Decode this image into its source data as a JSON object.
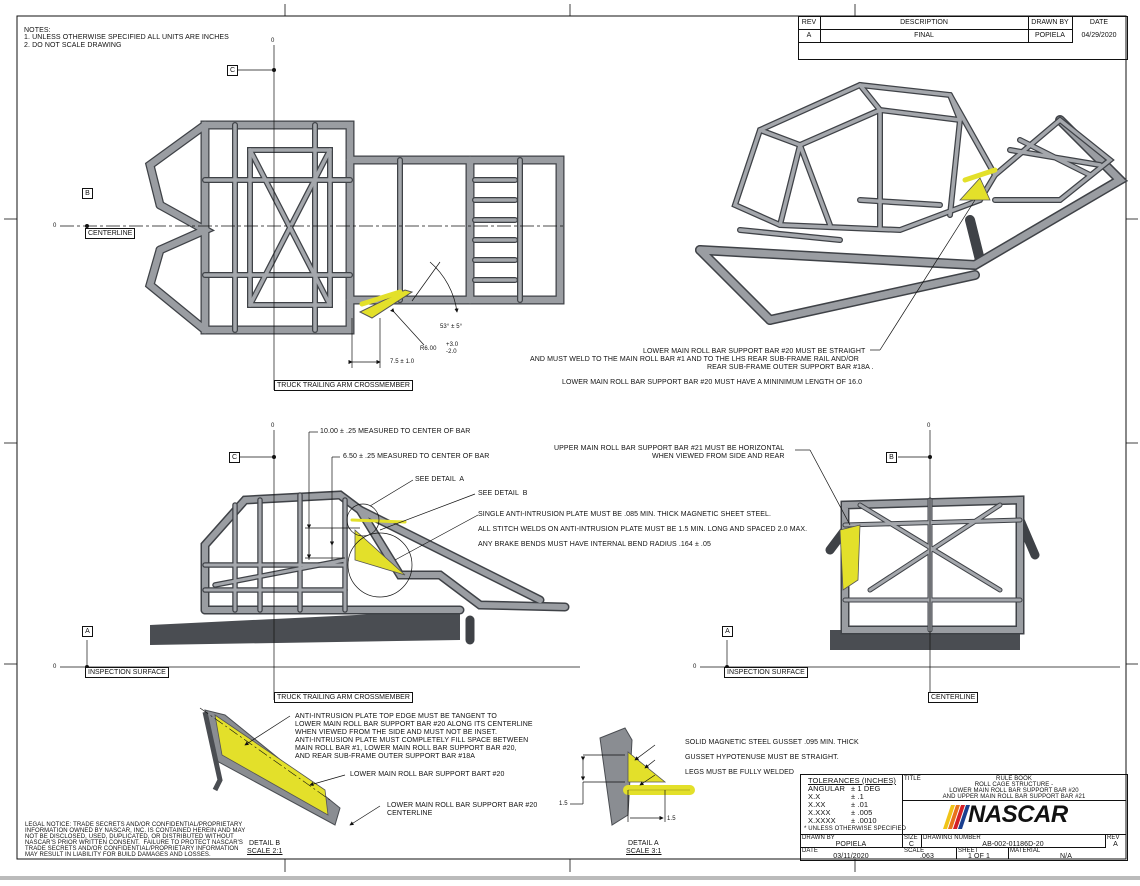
{
  "notes": {
    "heading": "NOTES:",
    "lines": [
      "1. UNLESS OTHERWISE SPECIFIED ALL UNITS ARE INCHES",
      "2. DO NOT SCALE DRAWING"
    ]
  },
  "revision_block": {
    "headers": [
      "REV",
      "DESCRIPTION",
      "DRAWN BY",
      "DATE"
    ],
    "row": [
      "A",
      "FINAL",
      "POPIELA",
      "04/29/2020"
    ]
  },
  "datums": {
    "c": "C",
    "b": "B",
    "a": "A",
    "zero": "0"
  },
  "labels": {
    "centerline": "CENTERLINE",
    "truck_trailing_arm": "TRUCK TRAILING ARM CROSSMEMBER",
    "inspection_surface": "INSPECTION SURFACE"
  },
  "dimensions": {
    "angle": "53° ± 5°",
    "radius_main": "R6.00",
    "radius_tol_plus": "+3.0",
    "radius_tol_minus": "-2.0",
    "offset": "7.5 ± 1.0",
    "ten": "10.00 ± .25 MEASURED TO CENTER OF BAR",
    "six": "6.50 ± .25 MEASURED TO CENTER OF BAR",
    "gusset_a": "1.5",
    "gusset_b": "1.5"
  },
  "callouts": {
    "bar20_l1": "LOWER MAIN ROLL BAR SUPPORT BAR #20 MUST BE STRAIGHT",
    "bar20_l2": "AND MUST WELD TO THE MAIN ROLL BAR #1 AND TO THE LHS REAR SUB-FRAME RAIL AND/OR",
    "bar20_l3": "REAR SUB-FRAME OUTER SUPPORT BAR #18A .",
    "bar20_l4": "LOWER MAIN ROLL BAR SUPPORT BAR #20 MUST HAVE A MININIMUM LENGTH OF 16.0",
    "bar21_l1": "UPPER MAIN ROLL BAR SUPPORT BAR #21 MUST BE HORIZONTAL",
    "bar21_l2": "WHEN VIEWED FROM SIDE AND REAR",
    "see_a": "SEE DETAIL  A",
    "see_b": "SEE DETAIL  B",
    "plate1": "SINGLE ANTI-INTRUSION PLATE MUST BE .085 MIN. THICK MAGNETIC SHEET STEEL.",
    "plate2": "ALL STITCH WELDS ON ANTI-INTRUSION PLATE MUST BE 1.5 MIN. LONG AND SPACED 2.0 MAX.",
    "plate3": "ANY BRAKE BENDS MUST HAVE INTERNAL BEND RADIUS .164 ± .05",
    "detb_l1": "ANTI-INTRUSION PLATE TOP EDGE MUST BE TANGENT TO",
    "detb_l2": "LOWER MAIN ROLL BAR SUPPORT BAR #20 ALONG ITS CENTERLINE",
    "detb_l3": "WHEN VIEWED FROM THE SIDE AND MUST NOT BE INSET.",
    "detb_l4": "ANTI-INTRUSION PLATE MUST COMPLETELY FILL SPACE BETWEEN",
    "detb_l5": "MAIN ROLL BAR #1, LOWER MAIN ROLL BAR SUPPORT BAR #20,",
    "detb_l6": "AND REAR SUB-FRAME OUTER SUPPORT BAR #18A",
    "detb_bar": "LOWER MAIN ROLL BAR SUPPORT BART #20",
    "detb_cl1": "LOWER MAIN ROLL BAR SUPPORT BAR #20",
    "detb_cl2": "CENTERLINE",
    "deta_l1": "SOLID MAGNETIC STEEL GUSSET .095 MIN. THICK",
    "deta_l2": "GUSSET HYPOTENUSE MUST BE STRAIGHT.",
    "deta_l3": "LEGS MUST BE FULLY WELDED"
  },
  "details": {
    "b_title": "DETAIL B",
    "b_scale": "SCALE 2:1",
    "a_title": "DETAIL A",
    "a_scale": "SCALE 3:1"
  },
  "legal": [
    "LEGAL NOTICE: TRADE SECRETS AND/OR CONFIDENTIAL/PROPRIETARY",
    "INFORMATION OWNED BY NASCAR, INC. IS CONTAINED HEREIN AND MAY",
    "NOT BE DISCLOSED, USED, DUPLICATED, OR DISTRIBUTED WITHOUT",
    "NASCAR'S PRIOR WRITTEN CONSENT.  FAILURE TO PROTECT NASCAR'S",
    "TRADE SECRETS AND/OR CONFIDENTIAL/PROPRIETARY INFORMATION",
    "MAY RESULT IN LIABILITY FOR BUILD DAMAGES AND LOSSES."
  ],
  "tolerances": {
    "title": "TOLERANCES (INCHES)",
    "rows": [
      [
        "ANGULAR",
        "± 1 DEG"
      ],
      [
        "X.X",
        "± .1"
      ],
      [
        "X.XX",
        "± .01"
      ],
      [
        "X.XXX",
        "± .005"
      ],
      [
        "X.XXXX",
        "± .0010"
      ]
    ],
    "note": "* UNLESS OTHERWISE SPECIFIED"
  },
  "title_block": {
    "title_label": "TITLE",
    "title_lines": [
      "RULE BOOK",
      "ROLL CAGE STRUCTURE -",
      "LOWER MAIN ROLL BAR SUPPORT BAR #20",
      "AND UPPER MAIN ROLL BAR SUPPORT BAR #21"
    ],
    "logo_text": "NASCAR",
    "drawn_by_label": "DRAWN BY",
    "drawn_by": "POPIELA",
    "size_label": "SIZE",
    "size": "C",
    "drawing_number_label": "DRAWING NUMBER",
    "drawing_number": "AB-002-01186D-20",
    "rev_label": "REV",
    "rev": "A",
    "date_label": "DATE",
    "date": "03/11/2020",
    "scale_label": "SCALE",
    "scale": ".063",
    "sheet_label": "SHEET",
    "sheet": "1 OF 1",
    "material_label": "MATERIAL",
    "material": "N/A"
  },
  "colors": {
    "tube": "#8a8d92",
    "tube_dark": "#4a4d52",
    "plate": "#e3e02a",
    "ink": "#111111"
  }
}
